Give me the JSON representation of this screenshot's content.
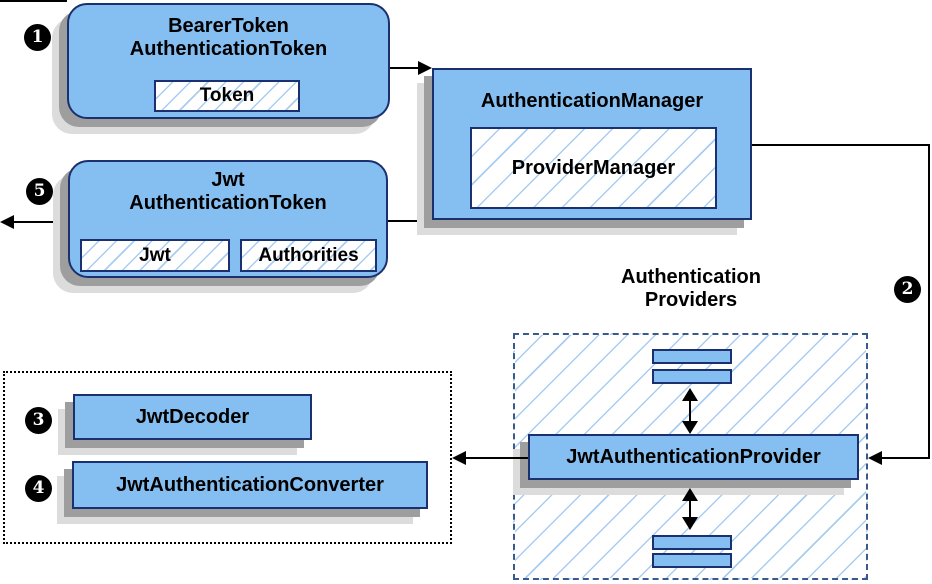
{
  "colors": {
    "bg": "#ffffff",
    "text": "#000000",
    "arrow": "#000000",
    "box-fill": "#85bef0",
    "box-border": "#1b306e",
    "hatch-line": "#a9cdf2",
    "dashed-border": "#3a5a8c",
    "dotted-border": "#000000",
    "shadow-dark": "#9e9e9e",
    "shadow-light": "#dcdcdc",
    "badge-bg": "#000000",
    "badge-fg": "#ffffff"
  },
  "diagram": {
    "badges": {
      "step1": "1",
      "step2": "2",
      "step3": "3",
      "step4": "4",
      "step5": "5"
    },
    "bearer_token_box": {
      "title_line1": "BearerToken",
      "title_line2": "AuthenticationToken",
      "chip": "Token"
    },
    "authentication_manager_box": {
      "title": "AuthenticationManager",
      "chip": "ProviderManager"
    },
    "jwt_authentication_token_box": {
      "title_line1": "Jwt",
      "title_line2": "AuthenticationToken",
      "chip_jwt": "Jwt",
      "chip_authorities": "Authorities"
    },
    "providers_group": {
      "label_line1": "Authentication",
      "label_line2": "Providers"
    },
    "jwt_authentication_provider_box": {
      "label": "JwtAuthenticationProvider"
    },
    "decoder_group": {
      "jwt_decoder_label": "JwtDecoder",
      "jwt_authentication_converter_label": "JwtAuthenticationConverter"
    }
  }
}
